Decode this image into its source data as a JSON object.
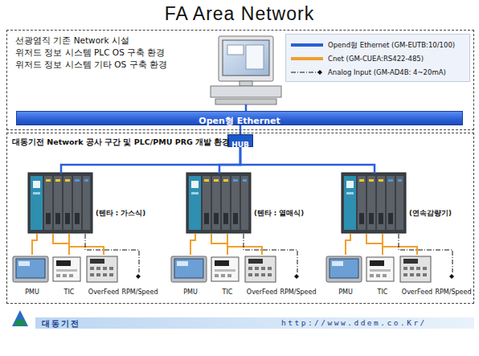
{
  "diagram": {
    "title": "FA Area Network",
    "nodes": [
      {
        "text": [
          "선광염직 기존 Network 시설",
          "위저드 정보 시스템 PLC OS 구축 환경",
          "위저드 정보 시스템 기타 OS 구축 환경"
        ]
      },
      {
        "text": [
          "Open형 Ethernet"
        ]
      },
      {
        "text": [
          "HUB"
        ]
      },
      {
        "text": [
          "대동기전 Network 공사 구간 및 PLC/PMU PRG 개발 환경"
        ]
      },
      {
        "text": [
          "(텐타 : 가스식)"
        ],
        "in": 3
      },
      {
        "text": [
          "PMU"
        ],
        "in": 3
      },
      {
        "text": [
          "TIC"
        ],
        "in": 3
      },
      {
        "text": [
          "OverFeed"
        ],
        "in": 3
      },
      {
        "text": [
          "RPM/Speed"
        ],
        "in": 3
      },
      {
        "text": [
          "(텐타 : 열매식)"
        ],
        "in": 3
      },
      {
        "text": [
          "PMU"
        ],
        "in": 3
      },
      {
        "text": [
          "TIC"
        ],
        "in": 3
      },
      {
        "text": [
          "OverFeed"
        ],
        "in": 3
      },
      {
        "text": [
          "RPM/Speed"
        ],
        "in": 3
      },
      {
        "text": [
          "(연속감량기)"
        ],
        "in": 3
      },
      {
        "text": [
          "PMU"
        ],
        "in": 3
      },
      {
        "text": [
          "TIC"
        ],
        "in": 3
      },
      {
        "text": [
          "OverFeed"
        ],
        "in": 3
      },
      {
        "text": [
          "RPM/Speed"
        ],
        "in": 3
      }
    ],
    "edges": [
      {
        "from": 2,
        "to": 1,
        "arrow": "none"
      },
      {
        "from": 2,
        "to": 4,
        "arrow": "none"
      },
      {
        "from": 2,
        "to": 9,
        "arrow": "none"
      },
      {
        "from": 2,
        "to": 14,
        "arrow": "none"
      },
      {
        "from": 4,
        "to": 5,
        "arrow": "none"
      },
      {
        "from": 4,
        "to": 6,
        "arrow": "none"
      },
      {
        "from": 4,
        "to": 7,
        "arrow": "none"
      },
      {
        "from": 4,
        "to": 8,
        "arrow": "none"
      },
      {
        "from": 9,
        "to": 10,
        "arrow": "none"
      },
      {
        "from": 9,
        "to": 11,
        "arrow": "none"
      },
      {
        "from": 9,
        "to": 12,
        "arrow": "none"
      },
      {
        "from": 9,
        "to": 13,
        "arrow": "none"
      },
      {
        "from": 14,
        "to": 15,
        "arrow": "none"
      },
      {
        "from": 14,
        "to": 16,
        "arrow": "none"
      },
      {
        "from": 14,
        "to": 17,
        "arrow": "none"
      },
      {
        "from": 14,
        "to": 18,
        "arrow": "none"
      }
    ],
    "labels": [
      "대동기전",
      "http://www.ddem.co.Kr/"
    ],
    "legend": [
      {
        "text": "Opend형 Ethernet (GM-EUTB:10/100)",
        "color": "#2a5fd8"
      },
      {
        "text": "Cnet (GM-CUEA:RS422-485)",
        "color": "#f0a030"
      },
      {
        "text": "Analog Input (GM-AD4B: 4~20mA)"
      }
    ]
  }
}
